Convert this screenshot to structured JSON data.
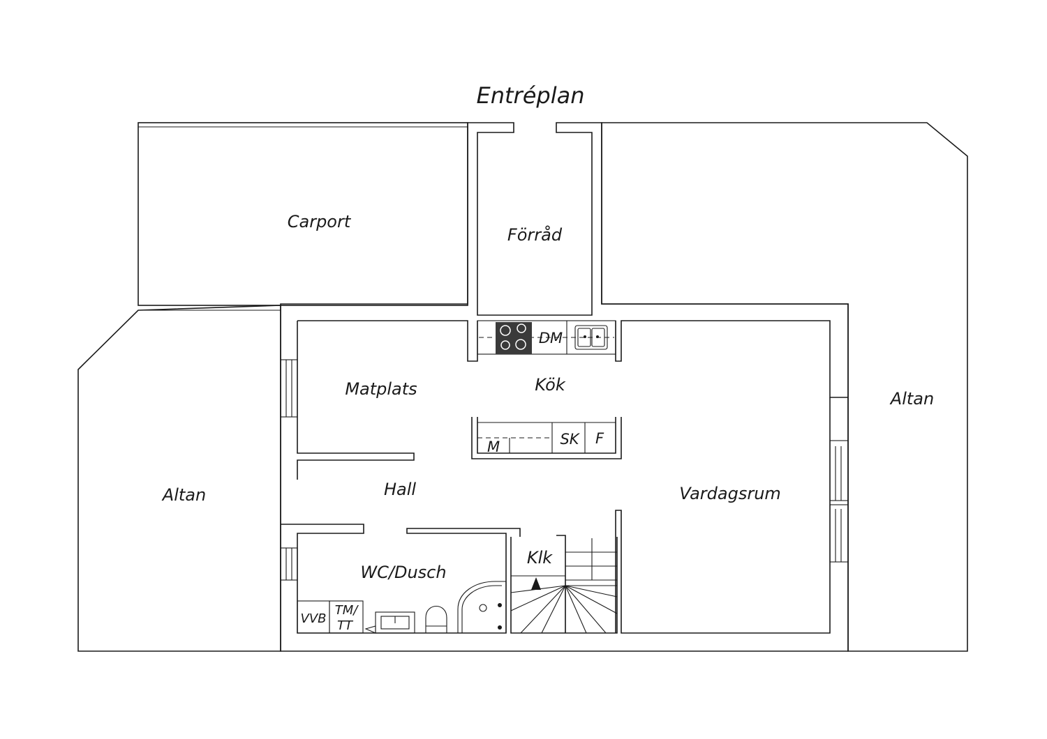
{
  "title": "Entréplan",
  "rooms": {
    "carport": "Carport",
    "forrad": "Förråd",
    "altan_left": "Altan",
    "altan_right": "Altan",
    "matplats": "Matplats",
    "kok": "Kök",
    "hall": "Hall",
    "vardagsrum": "Vardagsrum",
    "wc": "WC/Dusch",
    "klk": "Klk"
  },
  "appliances": {
    "dm": "DM",
    "m": "M",
    "sk": "SK",
    "f": "F",
    "vvb": "VVB",
    "tm1": "TM/",
    "tm2": "TT"
  },
  "colors": {
    "line": "#1a1a1a",
    "stove": "#3a3a3a"
  }
}
